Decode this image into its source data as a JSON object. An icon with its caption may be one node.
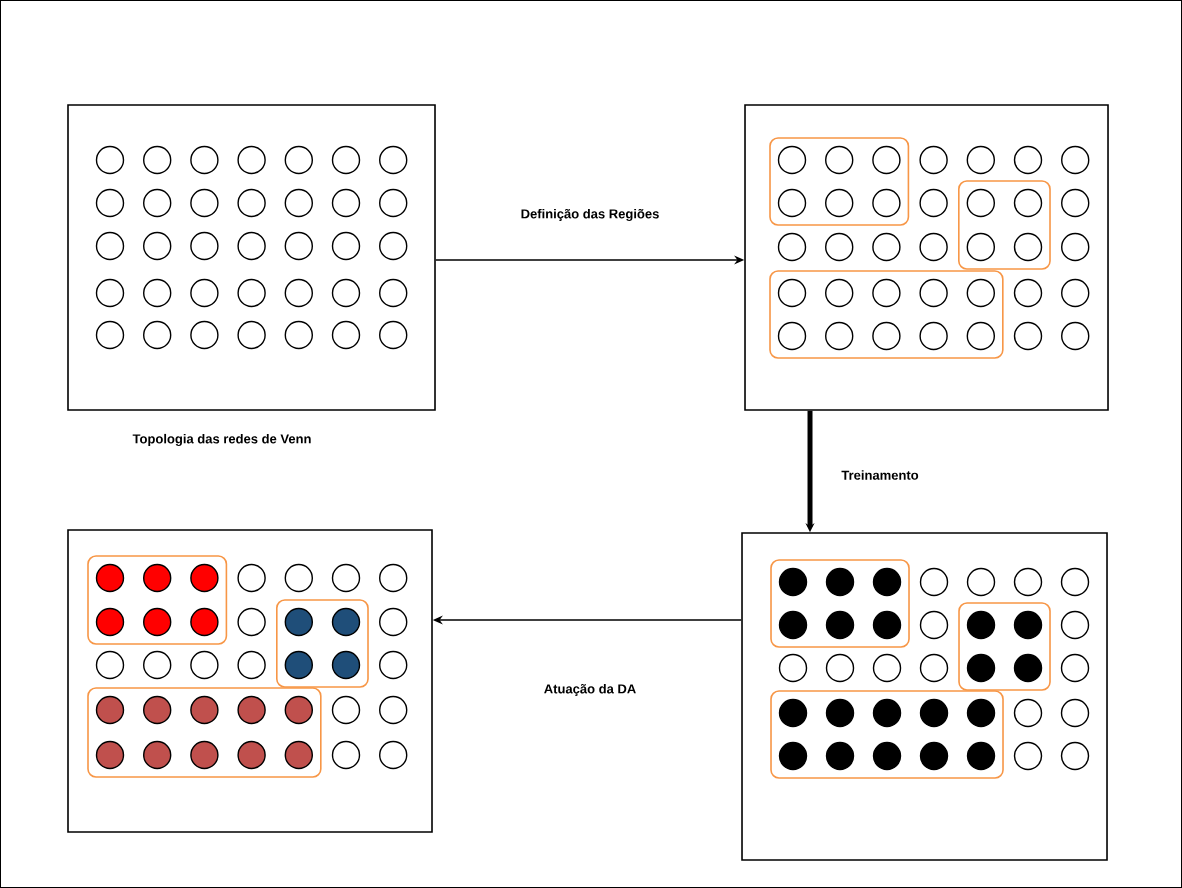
{
  "diagram": {
    "nodes": [
      {
        "text": [],
        "shape": "box",
        "beside": [
          "Topologia das redes de Venn"
        ]
      },
      {
        "text": [],
        "shape": "box"
      },
      {
        "text": [],
        "shape": "box"
      },
      {
        "text": [],
        "shape": "box"
      }
    ],
    "edges": [
      {
        "from": 0,
        "to": 1,
        "arrow": "to",
        "label": "Definição das Regiões"
      },
      {
        "from": 1,
        "to": 3,
        "arrow": "to",
        "label": "Treinamento",
        "style": "thick"
      },
      {
        "from": 3,
        "to": 2,
        "arrow": "to",
        "label": "Atuação da DA"
      }
    ]
  }
}
